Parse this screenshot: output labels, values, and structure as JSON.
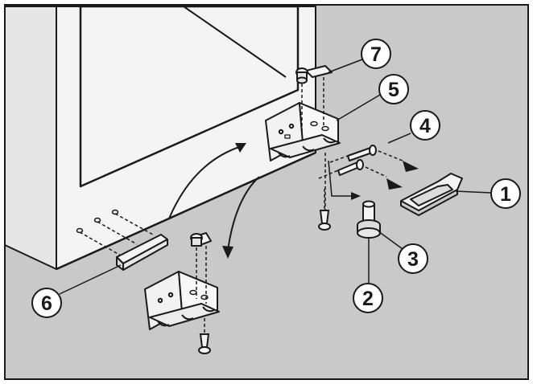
{
  "figure": {
    "background_color": "#c9c9c9",
    "line_color": "#1a1a1a",
    "fill_light": "#f2f2f2",
    "fill_white": "#ffffff"
  },
  "callouts": [
    {
      "id": "1",
      "label": "1"
    },
    {
      "id": "2",
      "label": "2"
    },
    {
      "id": "3",
      "label": "3"
    },
    {
      "id": "4",
      "label": "4"
    },
    {
      "id": "5",
      "label": "5"
    },
    {
      "id": "6",
      "label": "6"
    },
    {
      "id": "7",
      "label": "7"
    }
  ]
}
